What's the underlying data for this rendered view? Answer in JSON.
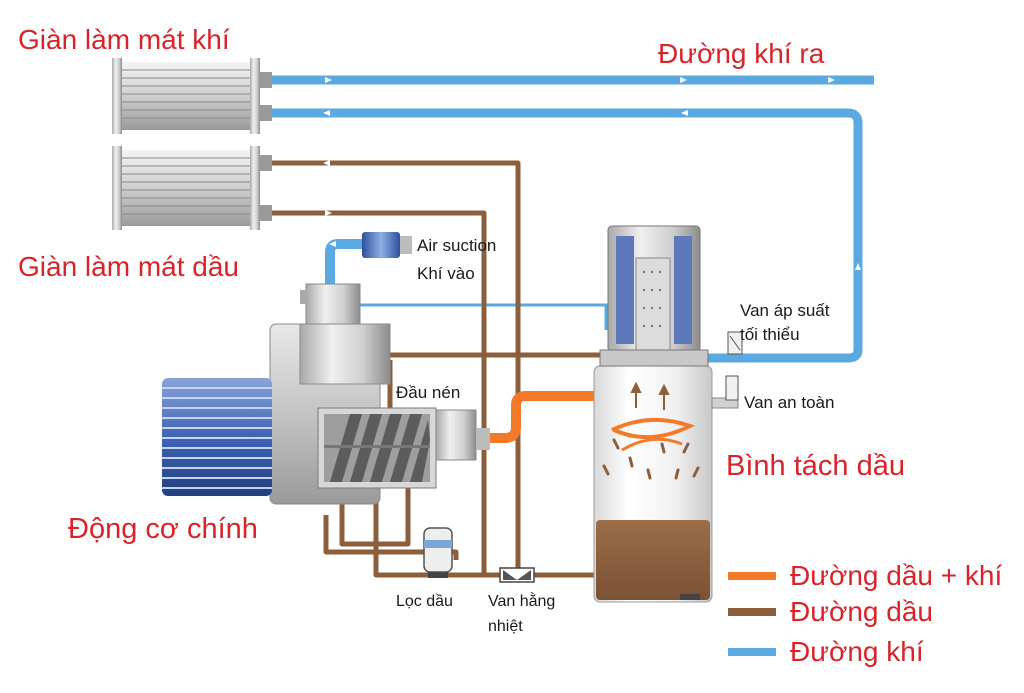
{
  "labels": {
    "air_cooler": "Giàn làm mát khí",
    "air_out": "Đường khí ra",
    "oil_cooler": "Giàn làm mát dầu",
    "air_suction": "Air suction",
    "air_in": "Khí vào",
    "min_pressure_valve_1": "Van áp suất",
    "min_pressure_valve_2": "tối thiểu",
    "airend": "Đầu nén",
    "safety_valve": "Van an toàn",
    "separator_tank": "Bình tách dầu",
    "main_motor": "Động cơ chính",
    "oil_filter": "Lọc dầu",
    "thermo_valve_1": "Van hằng",
    "thermo_valve_2": "nhiệt"
  },
  "legend": [
    {
      "label": "Đường dầu + khí",
      "color": "#f47a2a"
    },
    {
      "label": "Đường dầu",
      "color": "#8b5e3c"
    },
    {
      "label": "Đường khí",
      "color": "#5aa9e0"
    }
  ],
  "colors": {
    "air_line": "#5aa9e0",
    "oil_line": "#8b5e3c",
    "oil_air_line": "#f47a2a",
    "label_red": "#d9232a"
  },
  "icons": [
    "cooler-icon",
    "motor-icon",
    "screw-rotor-icon",
    "separator-filter-icon",
    "oil-filter-icon",
    "valve-icon",
    "arrow-icon"
  ]
}
